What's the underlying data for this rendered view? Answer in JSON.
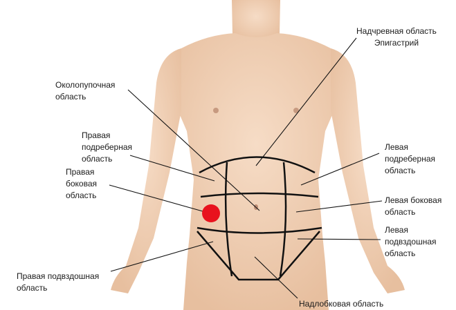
{
  "labels": {
    "epigastric": [
      "Надчревная область",
      "Эпигастрий"
    ],
    "umbilical": [
      "Околопупочная",
      "область"
    ],
    "right_hypo": [
      "Правая",
      "подреберная",
      "область"
    ],
    "right_lateral": [
      "Правая",
      "боковая",
      "область"
    ],
    "right_iliac": [
      "Правая подвздошная",
      "область"
    ],
    "left_hypo": [
      "Левая",
      "подреберная",
      "область"
    ],
    "left_lateral": [
      "Левая боковая",
      "область"
    ],
    "left_iliac": [
      "Левая",
      "подвздошная",
      "область"
    ],
    "hypogastric": [
      "Надлобковая область"
    ]
  },
  "colors": {
    "marker": "#e8121e",
    "lines": "#111111",
    "skin": "#f1cfb4"
  }
}
